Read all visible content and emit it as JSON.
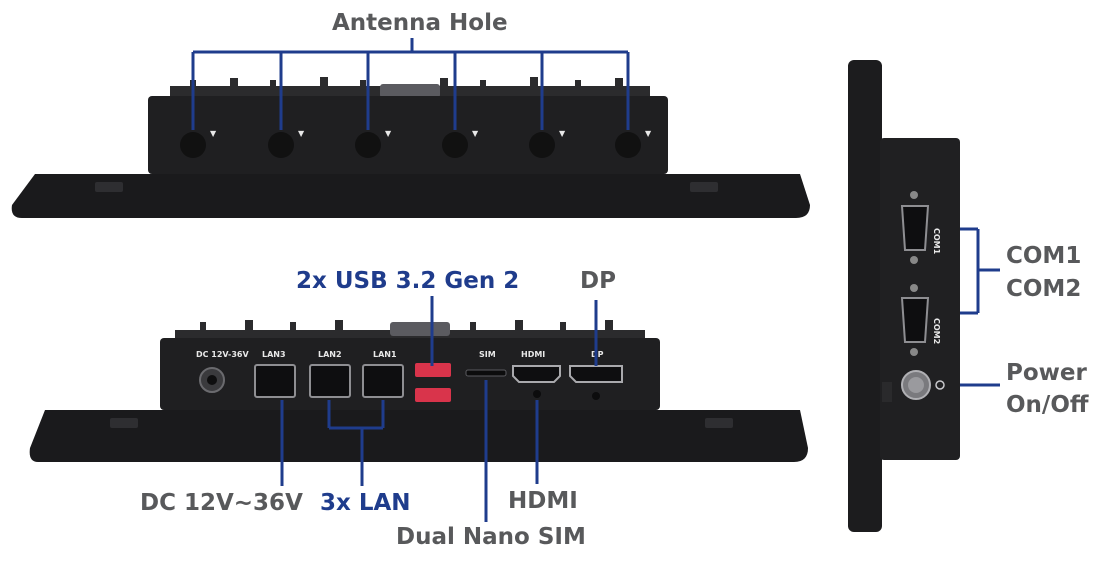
{
  "colors": {
    "callout_gray": "#58595b",
    "callout_blue": "#1f3c8c",
    "line_blue": "#1f3c8c",
    "chassis": "#1c1c1e",
    "usb_port": "#d9344b"
  },
  "labels": {
    "antenna": "Antenna Hole",
    "usb": "2x USB 3.2 Gen 2",
    "dp": "DP",
    "dc": "DC 12V~36V",
    "lan": "3x LAN",
    "hdmi": "HDMI",
    "sim": "Dual Nano SIM",
    "com1": "COM1",
    "com2": "COM2",
    "power_line1": "Power",
    "power_line2": "On/Off"
  },
  "port_prints": {
    "dc": "DC 12V-36V",
    "lan3": "LAN3",
    "lan2": "LAN2",
    "lan1": "LAN1",
    "sim": "SIM",
    "hdmi": "HDMI",
    "dp": "DP",
    "com1": "COM1",
    "com2": "COM2"
  }
}
